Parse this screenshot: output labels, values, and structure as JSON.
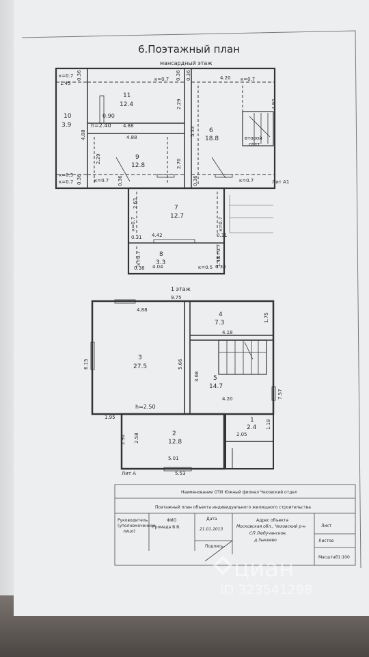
{
  "heading": "6.Поэтажный план",
  "attic": {
    "title": "мансардный этаж",
    "lit": "Лит А1",
    "h": "h=2.40",
    "rooms": [
      {
        "num": "11",
        "area": "12.4"
      },
      {
        "num": "10",
        "area": "3.9"
      },
      {
        "num": "9",
        "area": "12.8"
      },
      {
        "num": "6",
        "area": "18.8"
      },
      {
        "num": "7",
        "area": "12.7"
      },
      {
        "num": "8",
        "area": "3.3"
      }
    ],
    "second_light": [
      "второй",
      "свет"
    ],
    "dims": [
      "4.88",
      "4.88",
      "4.20",
      "4.92",
      "5.33",
      "2.29",
      "2.29",
      "2.70",
      "0.90",
      "1.45",
      "4.88",
      "2.63",
      "4.42",
      "4.04",
      "1.45",
      "0.31",
      "0.31",
      "0.38",
      "0.38",
      "0.36",
      "0.36",
      "0.36",
      "0.36",
      "0.36",
      "0.36"
    ],
    "k": [
      "к=0.7",
      "к=0.7",
      "к=0.7",
      "к=0.5",
      "к=0.7",
      "к=0.7",
      "к=0.7",
      "к=0.7",
      "к=0.7",
      "к=0.7",
      "к=0.5",
      "к=0.7"
    ]
  },
  "first": {
    "title": "1 этаж",
    "lit": "Лит А",
    "h": "h=2.50",
    "rooms": [
      {
        "num": "3",
        "area": "27.5"
      },
      {
        "num": "4",
        "area": "7.3"
      },
      {
        "num": "5",
        "area": "14.7"
      },
      {
        "num": "2",
        "area": "12.8"
      },
      {
        "num": "1",
        "area": "2.4"
      }
    ],
    "dims": [
      "9.75",
      "4.88",
      "6.15",
      "5.66",
      "1.75",
      "4.18",
      "3.68",
      "7.57",
      "4.20",
      "1.95",
      "2.92",
      "2.58",
      "5.01",
      "5.53",
      "2.05",
      "1.18"
    ]
  },
  "stamp": {
    "org": "Наименование ОТИ Южный филиал Чеховский отдел",
    "doc": "Поэтажный план объекта индивидуального жилищного строительства",
    "head": "Руководитель",
    "head2": "(уполномоченное",
    "head3": "лицо)",
    "fio_label": "ФИО",
    "fio": "Громада В.В.",
    "date_label": "Дата",
    "date": "21.01.2013",
    "sign_label": "Подпись",
    "addr_label": "Адрес объекта",
    "addr1": "Московская обл., Чеховский р-н",
    "addr2": "СП Любучанское,",
    "addr3": "д Зыкеево",
    "sheet": "Лист",
    "sheets": "Листов",
    "scale": "Масштаб1:100"
  },
  "watermark": {
    "brand": "циан",
    "id": "ID 323541298"
  }
}
